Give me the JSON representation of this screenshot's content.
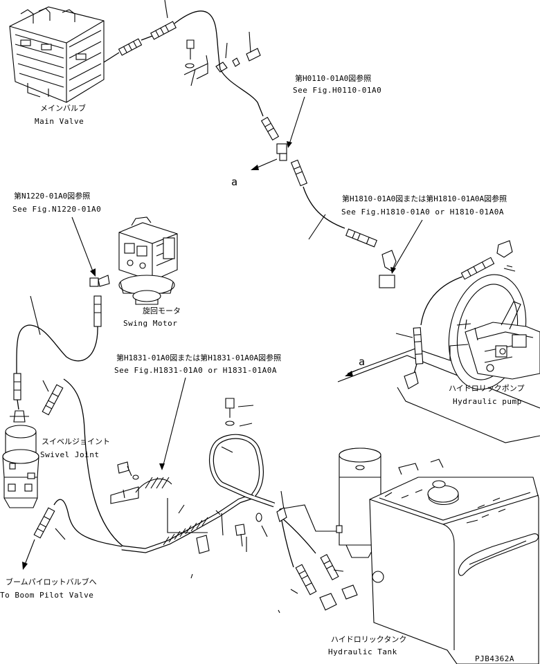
{
  "labels": {
    "main_valve_jp": "メインバルブ",
    "main_valve_en": "Main Valve",
    "ref_h0110_jp": "第H0110-01A0図参照",
    "ref_h0110_en": "See Fig.H0110-01A0",
    "arrow_a_left": "a",
    "ref_n1220_jp": "第N1220-01A0図参照",
    "ref_n1220_en": "See Fig.N1220-01A0",
    "ref_h1810_jp": "第H1810-01A0図または第H1810-01A0A図参照",
    "ref_h1810_en": "See Fig.H1810-01A0 or H1810-01A0A",
    "swing_motor_jp": "旋回モータ",
    "swing_motor_en": "Swing Motor",
    "ref_h1831_jp": "第H1831-01A0図または第H1831-01A0A図参照",
    "ref_h1831_en": "See Fig.H1831-01A0 or H1831-01A0A",
    "arrow_a_right": "a",
    "hyd_pump_jp": "ハイドロリックポンプ",
    "hyd_pump_en": "Hydraulic pump",
    "swivel_jp": "スイベルジョイント",
    "swivel_en": "Swivel Joint",
    "boom_jp": "ブームパイロットバルブへ",
    "boom_en": "To Boom Pilot Valve",
    "tank_jp": "ハイドロリックタンク",
    "tank_en": "Hydraulic Tank",
    "drawing_no": "PJB4362A"
  },
  "icons": [
    "main-valve-drawing",
    "swing-motor-drawing",
    "swivel-joint-drawing",
    "hydraulic-pump-drawing",
    "hydraulic-tank-drawing"
  ]
}
